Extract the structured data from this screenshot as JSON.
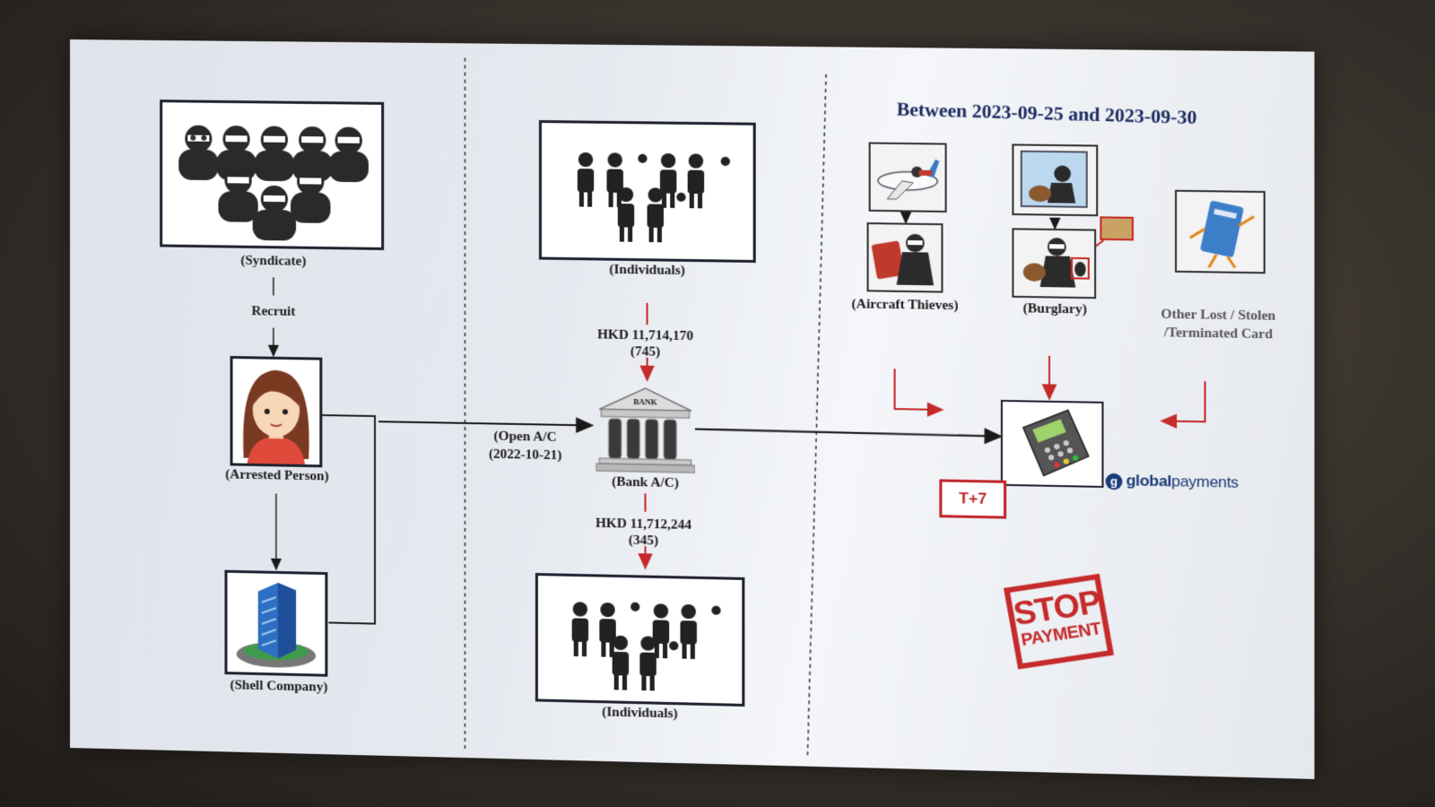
{
  "header": {
    "date_range": "Between 2023-09-25 and 2023-09-30"
  },
  "left": {
    "syndicate_label": "(Syndicate)",
    "recruit_label": "Recruit",
    "arrested_label": "(Arrested Person)",
    "shell_label": "(Shell Company)"
  },
  "middle": {
    "top_individuals_label": "(Individuals)",
    "inflow_amount": "HKD 11,714,170",
    "inflow_count": "(745)",
    "open_ac_label": "(Open A/C",
    "open_ac_date": "(2022-10-21)",
    "bank_sign": "BANK",
    "bank_label": "(Bank A/C)",
    "outflow_amount": "HKD 11,712,244",
    "outflow_count": "(345)",
    "bottom_individuals_label": "(Individuals)"
  },
  "right": {
    "aircraft_label": "(Aircraft Thieves)",
    "burglary_label": "(Burglary)",
    "other_label_line1": "Other Lost / Stolen",
    "other_label_line2": "/Terminated Card",
    "t7_label": "T+7",
    "payments_brand_1": "global",
    "payments_brand_2": "payments",
    "payments_logo_glyph": "g",
    "stop_line1": "STOP",
    "stop_line2": "PAYMENT"
  },
  "colors": {
    "arrow_black": "#1a1a1a",
    "arrow_red": "#c62a2a",
    "title_navy": "#1d2b60",
    "brand_blue": "#1a3a78"
  },
  "icons": [
    "syndicate-icon",
    "person-icon",
    "building-icon",
    "people-icon",
    "bank-icon",
    "airplane-icon",
    "thief-icon",
    "burglar-icon",
    "card-icon",
    "pos-terminal-icon",
    "stop-stamp"
  ]
}
